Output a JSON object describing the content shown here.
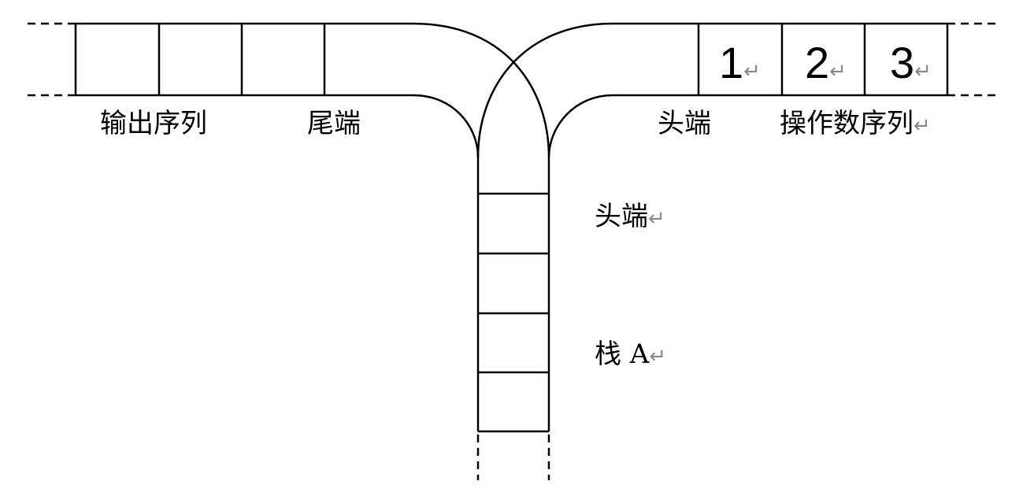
{
  "labels": {
    "output_sequence": "输出序列",
    "tail": "尾端",
    "head_top": "头端",
    "operand_sequence": "操作数序列",
    "head_stack": "头端",
    "stack": "栈 A"
  },
  "operands": [
    "1",
    "2",
    "3"
  ],
  "return_mark": "↵"
}
